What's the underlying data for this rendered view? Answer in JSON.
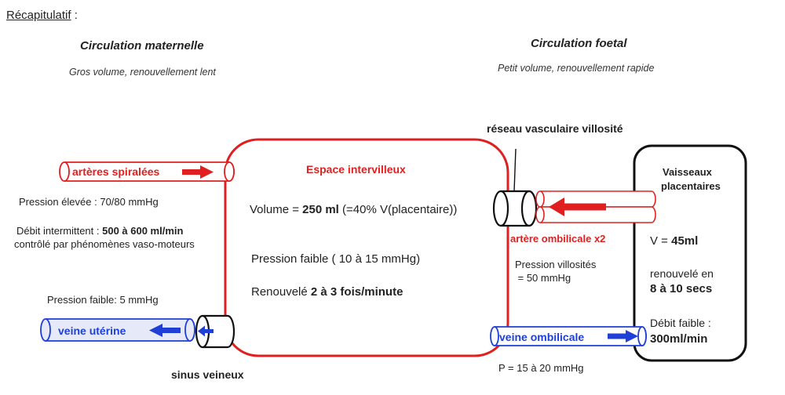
{
  "title": "Récapitulatif",
  "title_suffix": " :",
  "maternal": {
    "heading": "Circulation maternelle",
    "subheading": "Gros volume, renouvellement lent",
    "arteries_label": "artères spiralées",
    "pressure_high": "Pression élevée : 70/80 mmHg",
    "flow_prefix": "Débit intermittent : ",
    "flow_value": "500 à 600 ml/min",
    "flow_control": "contrôlé par phénomènes vaso-moteurs",
    "pressure_low": "Pression faible: 5 mmHg",
    "vein_label": "veine utérine",
    "sinus_label": "sinus veineux"
  },
  "intervillous": {
    "heading": "Espace intervilleux",
    "volume_prefix": "Volume = ",
    "volume_value": "250 ml",
    "volume_suffix": " (=40% V(placentaire))",
    "pressure": "Pression faible ( 10 à 15 mmHg)",
    "renewal_prefix": "Renouvelé ",
    "renewal_value": "2 à 3 fois/minute"
  },
  "fetal": {
    "heading": "Circulation foetal",
    "subheading": "Petit volume, renouvellement rapide",
    "network_label": "réseau vasculaire villosité",
    "artery_label": "artère ombilicale x2",
    "villi_pressure_line1": "Pression villosités",
    "villi_pressure_line2": " = 50 mmHg",
    "vein_label": "veine ombilicale",
    "vein_pressure": "P = 15 à 20 mmHg"
  },
  "vessels_box": {
    "title_line1": "Vaisseaux",
    "title_line2": "placentaires",
    "volume_prefix": "V = ",
    "volume_value": "45ml",
    "renewal_line1": "renouvelé en",
    "renewal_line2": "8 à 10 secs",
    "flow_line1": "Débit faible :",
    "flow_line2": "300ml/min"
  },
  "colors": {
    "red": "#e02020",
    "blue": "#1f3fd6",
    "dark": "#222222",
    "pipe_fill_blue": "#e6eaf8"
  }
}
